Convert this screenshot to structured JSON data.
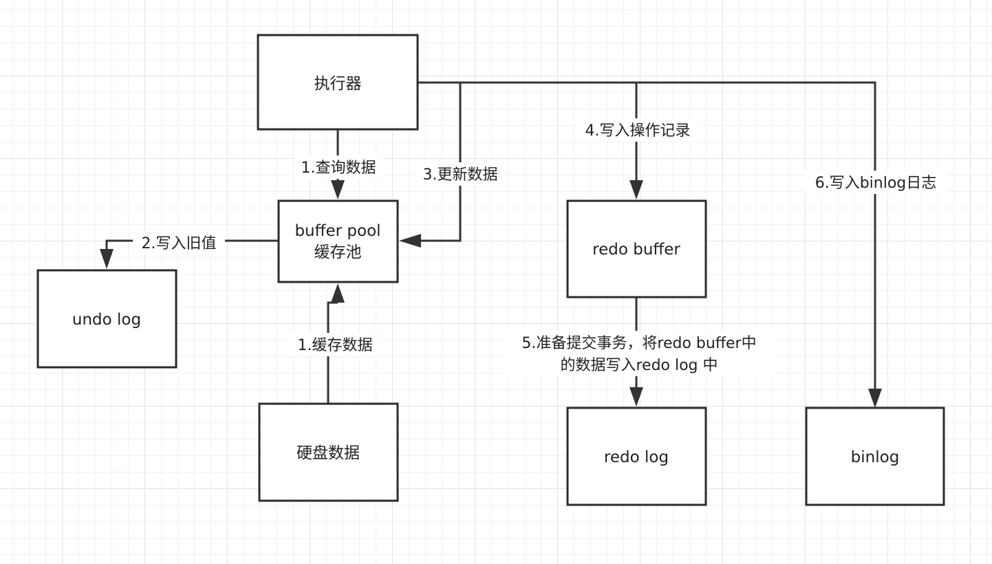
{
  "nodes": {
    "executor": "执行器",
    "buffer_pool": [
      "buffer pool",
      "缓存池"
    ],
    "undo_log": "undo log",
    "disk_data": "硬盘数据",
    "redo_buffer": "redo buffer",
    "redo_log": "redo log",
    "binlog": "binlog"
  },
  "edges": {
    "query_data": "1.查询数据",
    "write_old_value": "2.写入旧值",
    "update_data": "3.更新数据",
    "write_op_record": "4.写入操作记录",
    "cache_data": "1.缓存数据",
    "prepare_commit": [
      "5.准备提交事务，将redo buffer中",
      "的数据写入redo log 中"
    ],
    "write_binlog": "6.写入binlog日志"
  },
  "colors": {
    "stroke": "#2b2b2b",
    "grid": "#e3e3e3",
    "background": "#ffffff"
  }
}
